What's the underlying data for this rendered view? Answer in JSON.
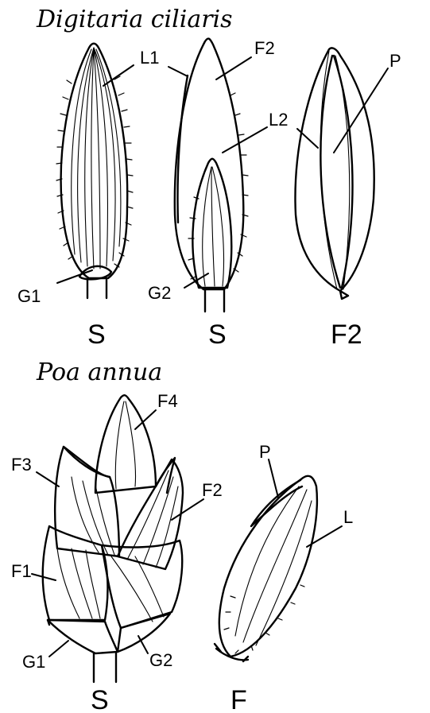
{
  "species": [
    {
      "name": "Digitaria ciliaris",
      "labels": {
        "l1": "L1",
        "f2": "F2",
        "l2": "L2",
        "p": "P",
        "g1": "G1",
        "g2": "G2"
      },
      "captions": [
        "S",
        "S",
        "F2"
      ]
    },
    {
      "name": "Poa annua",
      "labels": {
        "f4": "F4",
        "f3": "F3",
        "f2": "F2",
        "f1": "F1",
        "g1": "G1",
        "g2": "G2",
        "p": "P",
        "l": "L"
      },
      "captions": [
        "S",
        "F"
      ]
    }
  ]
}
